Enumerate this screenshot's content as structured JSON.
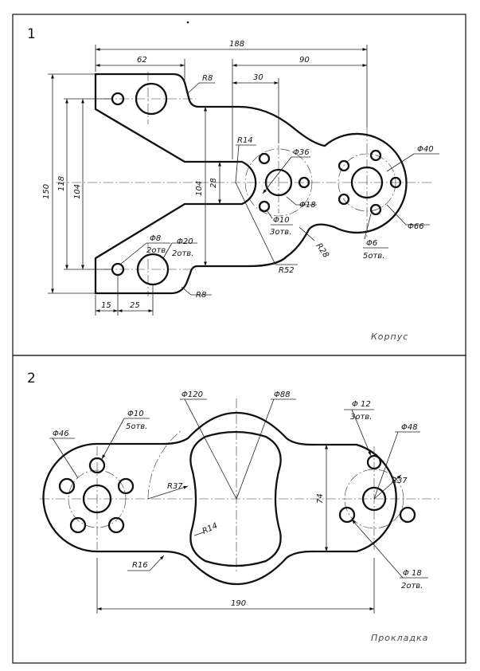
{
  "sheet": {
    "panel1": {
      "number": "1",
      "title": "Корпус",
      "dims": {
        "overall_width": "188",
        "left_width": "62",
        "right_offset": "90",
        "offset_30": "30",
        "r8_top": "R8",
        "r8_bottom": "R8",
        "h150": "150",
        "h118": "118",
        "h104_left": "104",
        "h104_mid": "104",
        "w28": "28",
        "r14": "R14",
        "d36": "Φ36",
        "d18": "Φ18",
        "d10": "Φ10",
        "d10_count": "3отв.",
        "r28": "R28",
        "r52": "R52",
        "d40": "Φ40",
        "d66": "Φ66",
        "d6": "Φ6",
        "d6_count": "5отв.",
        "d8": "Φ8",
        "d8_count": "2отв.",
        "d20": "Φ20",
        "d20_count": "2отв.",
        "w15": "15",
        "w25": "25"
      }
    },
    "panel2": {
      "number": "2",
      "title": "Прокладка",
      "dims": {
        "d46": "Φ46",
        "d10": "Φ10",
        "d10_count": "5отв.",
        "d120": "Φ120",
        "d88": "Φ88",
        "d12": "Φ 12",
        "d12_count": "3отв.",
        "d48": "Φ48",
        "r37_left": "R37",
        "r37_right": "R37",
        "r14": "R14",
        "h74": "74",
        "r16": "R16",
        "d18": "Φ 18",
        "d18_count": "2отв.",
        "w190": "190"
      }
    }
  }
}
